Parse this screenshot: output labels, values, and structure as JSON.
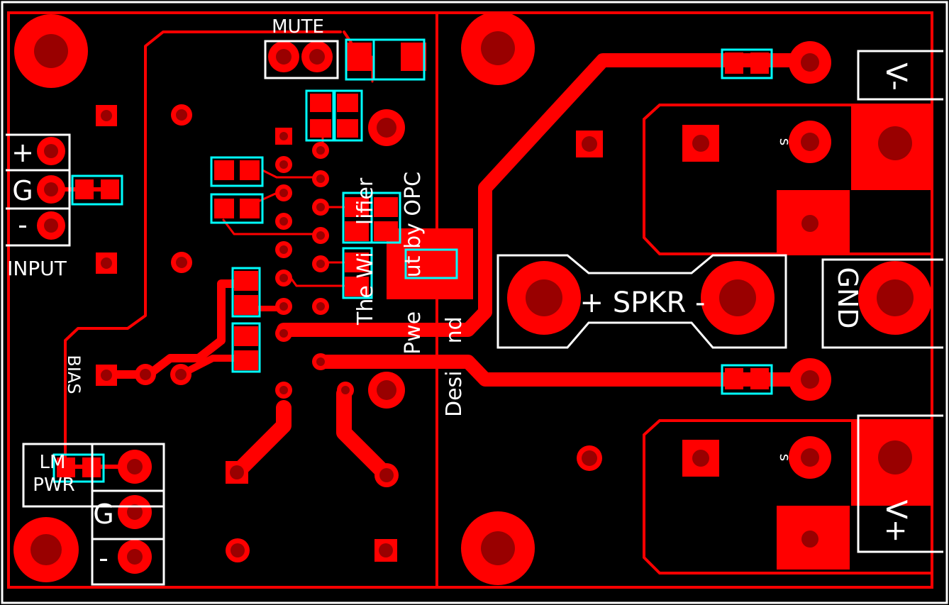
{
  "board": {
    "background": "#000000",
    "copper_color": "#ff0000",
    "drill_color": "#990000",
    "silk_color": "#ffffff",
    "paste_color": "#00ffff"
  },
  "labels": {
    "mute": "MUTE",
    "input": "INPUT",
    "input_plus": "+",
    "input_g": "G",
    "input_minus": "-",
    "bias": "BIAS",
    "lm_pwr_line1": "LM",
    "lm_pwr_line2": "PWR",
    "pwr_g": "G",
    "pwr_minus": "-",
    "speaker": "+ SPKR -",
    "gnd": "GND",
    "v_minus": "V-",
    "v_plus": "V+",
    "s_upper": "s",
    "s_lower": "s",
    "title_line1": "The Wi    lifier",
    "title_line2": "Pwe     ut by OPC",
    "title_line3": "Desi    nd"
  }
}
